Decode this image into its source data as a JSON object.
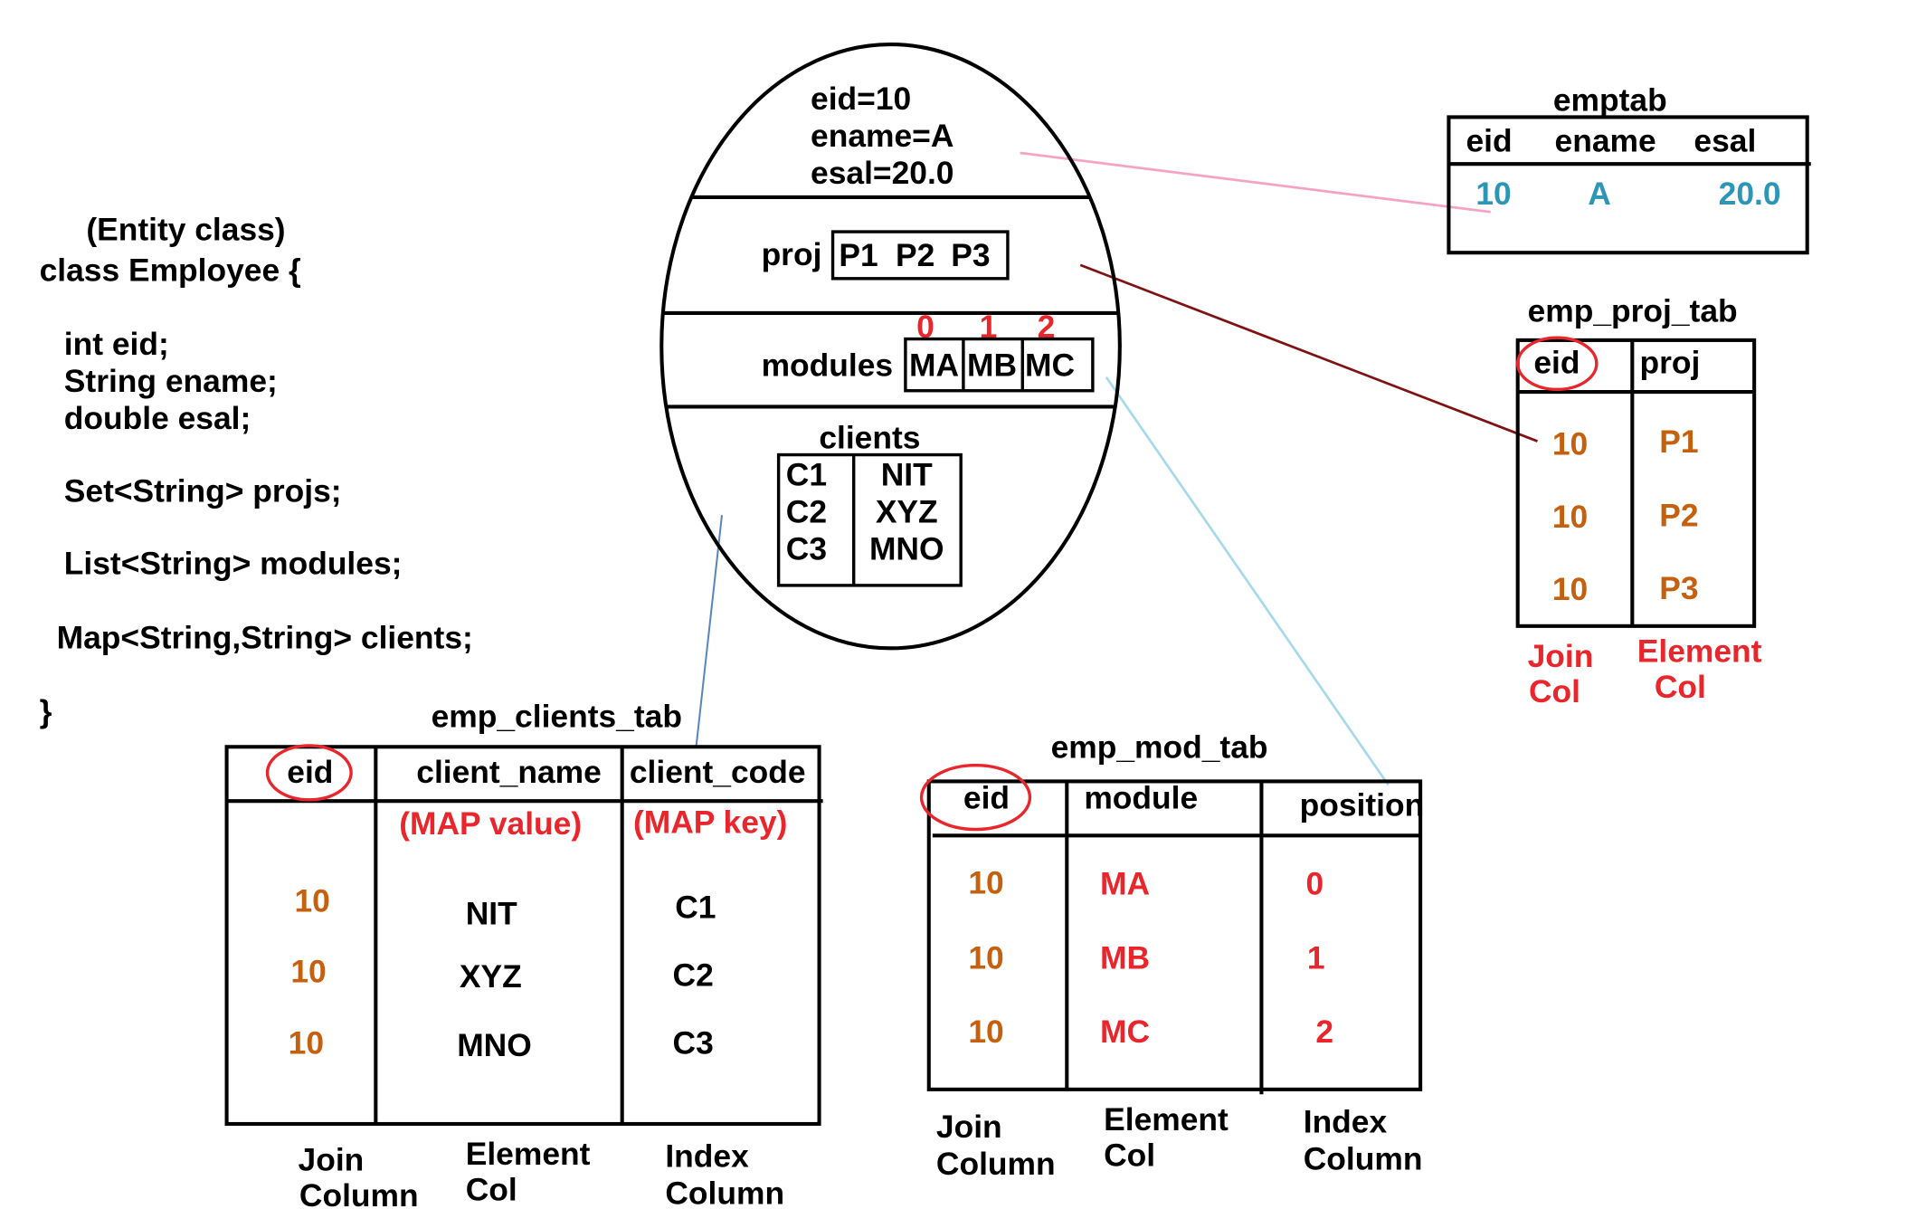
{
  "entity_class": {
    "caption": "(Entity class)",
    "code_lines": [
      "class Employee {",
      "int eid;",
      "String ename;",
      "double esal;",
      "Set<String> projs;",
      "List<String> modules;",
      "Map<String,String> clients;",
      "}"
    ]
  },
  "employee_object": {
    "fields": [
      "eid=10",
      "ename=A",
      "esal=20.0"
    ],
    "proj": {
      "label": "proj",
      "values": [
        "P1",
        "P2",
        "P3"
      ]
    },
    "modules": {
      "label": "modules",
      "indexes": [
        "0",
        "1",
        "2"
      ],
      "values": [
        "MA",
        "MB",
        "MC"
      ]
    },
    "clients": {
      "label": "clients",
      "keys": [
        "C1",
        "C2",
        "C3"
      ],
      "values": [
        "NIT",
        "XYZ",
        "MNO"
      ]
    }
  },
  "emptab": {
    "title": "emptab",
    "columns": [
      "eid",
      "ename",
      "esal"
    ],
    "rows": [
      [
        "10",
        "A",
        "20.0"
      ]
    ]
  },
  "emp_proj_tab": {
    "title": "emp_proj_tab",
    "columns": [
      "eid",
      "proj"
    ],
    "rows": [
      [
        "10",
        "P1"
      ],
      [
        "10",
        "P2"
      ],
      [
        "10",
        "P3"
      ]
    ],
    "column_roles": [
      [
        "Join",
        "Col"
      ],
      [
        "Element",
        "Col"
      ]
    ]
  },
  "emp_clients_tab": {
    "title": "emp_clients_tab",
    "columns": [
      "eid",
      "client_name",
      "client_code"
    ],
    "column_notes": {
      "client_name": "(MAP value)",
      "client_code": "(MAP key)"
    },
    "rows": [
      [
        "10",
        "NIT",
        "C1"
      ],
      [
        "10",
        "XYZ",
        "C2"
      ],
      [
        "10",
        "MNO",
        "C3"
      ]
    ],
    "column_roles": [
      [
        "Join",
        "Column"
      ],
      [
        "Element",
        "Col"
      ],
      [
        "Index",
        "Column"
      ]
    ]
  },
  "emp_mod_tab": {
    "title": "emp_mod_tab",
    "columns": [
      "eid",
      "module",
      "position"
    ],
    "rows": [
      [
        "10",
        "MA",
        "0"
      ],
      [
        "10",
        "MB",
        "1"
      ],
      [
        "10",
        "MC",
        "2"
      ]
    ],
    "column_roles": [
      [
        "Join",
        "Column"
      ],
      [
        "Element",
        "Col"
      ],
      [
        "Index",
        "Column"
      ]
    ]
  },
  "colors": {
    "highlight_red": "#e8262b",
    "join_value": "#c5600f",
    "emptab_value": "#2d95b5",
    "link_emptab": "#f4a3c3",
    "link_proj": "#7f1212",
    "link_modules": "#a6d9eb",
    "link_clients": "#5a86bd"
  }
}
